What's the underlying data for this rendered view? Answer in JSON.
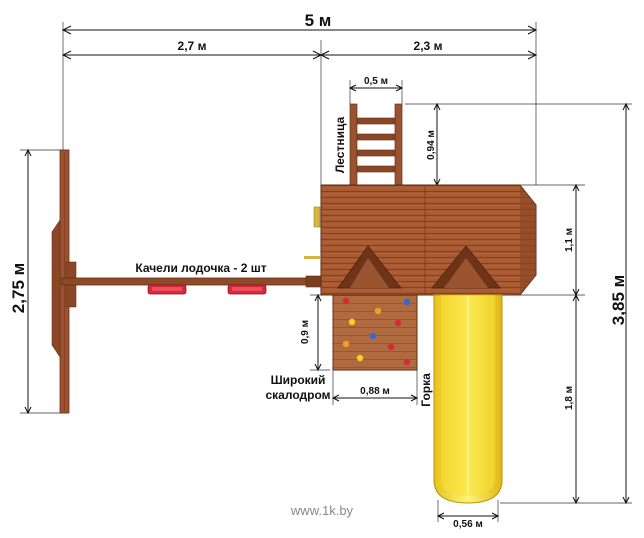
{
  "dimensions": {
    "total_width": "5 м",
    "left_width": "2,7 м",
    "right_width": "2,3 м",
    "total_height": "3,85 м",
    "swing_height": "2,75 м",
    "ladder_width": "0,5 м",
    "ladder_length": "0,94 м",
    "tower_depth": "1,1 м",
    "slide_length": "1,8 м",
    "slide_width": "0,56 м",
    "wall_width": "0,88 м",
    "wall_height": "0,9 м"
  },
  "labels": {
    "swings": "Качели лодочка - 2 шт",
    "ladder": "Лестница",
    "climbing_wall": "Широкий скалодром",
    "climbing_wall_line1": "Широкий",
    "climbing_wall_line2": "скалодром",
    "slide": "Горка"
  },
  "watermark": "www.1k.by",
  "colors": {
    "wood": "#a0522d",
    "wood_dark": "#6b3418",
    "slide": "#f2d52c",
    "seat": "#d8283a"
  }
}
